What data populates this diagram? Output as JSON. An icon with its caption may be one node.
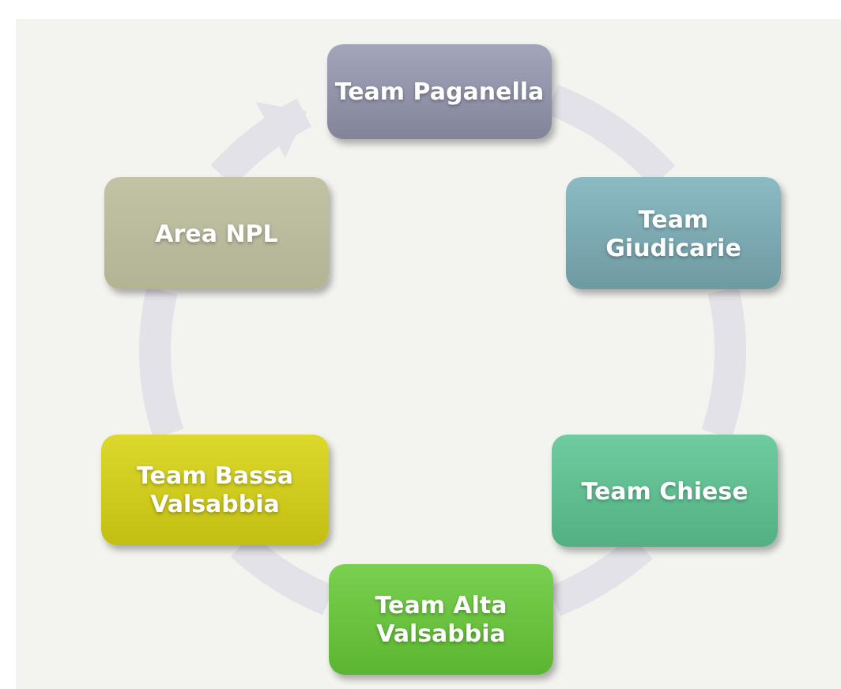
{
  "diagram": {
    "nodes": [
      {
        "text": [
          "Team Paganella"
        ]
      },
      {
        "text": [
          "Team Giudicarie"
        ]
      },
      {
        "text": [
          "Team Chiese"
        ]
      },
      {
        "text": [
          "Team Alta Valsabbia"
        ]
      },
      {
        "text": [
          "Team Bassa Valsabbia"
        ]
      },
      {
        "text": [
          "Area NPL"
        ]
      }
    ],
    "edges": [
      {
        "from": 0,
        "to": 1,
        "arrow": "none"
      },
      {
        "from": 1,
        "to": 2,
        "arrow": "none"
      },
      {
        "from": 2,
        "to": 3,
        "arrow": "none"
      },
      {
        "from": 3,
        "to": 4,
        "arrow": "none"
      },
      {
        "from": 4,
        "to": 5,
        "arrow": "none"
      },
      {
        "from": 5,
        "to": 0,
        "arrow": "to"
      }
    ]
  }
}
